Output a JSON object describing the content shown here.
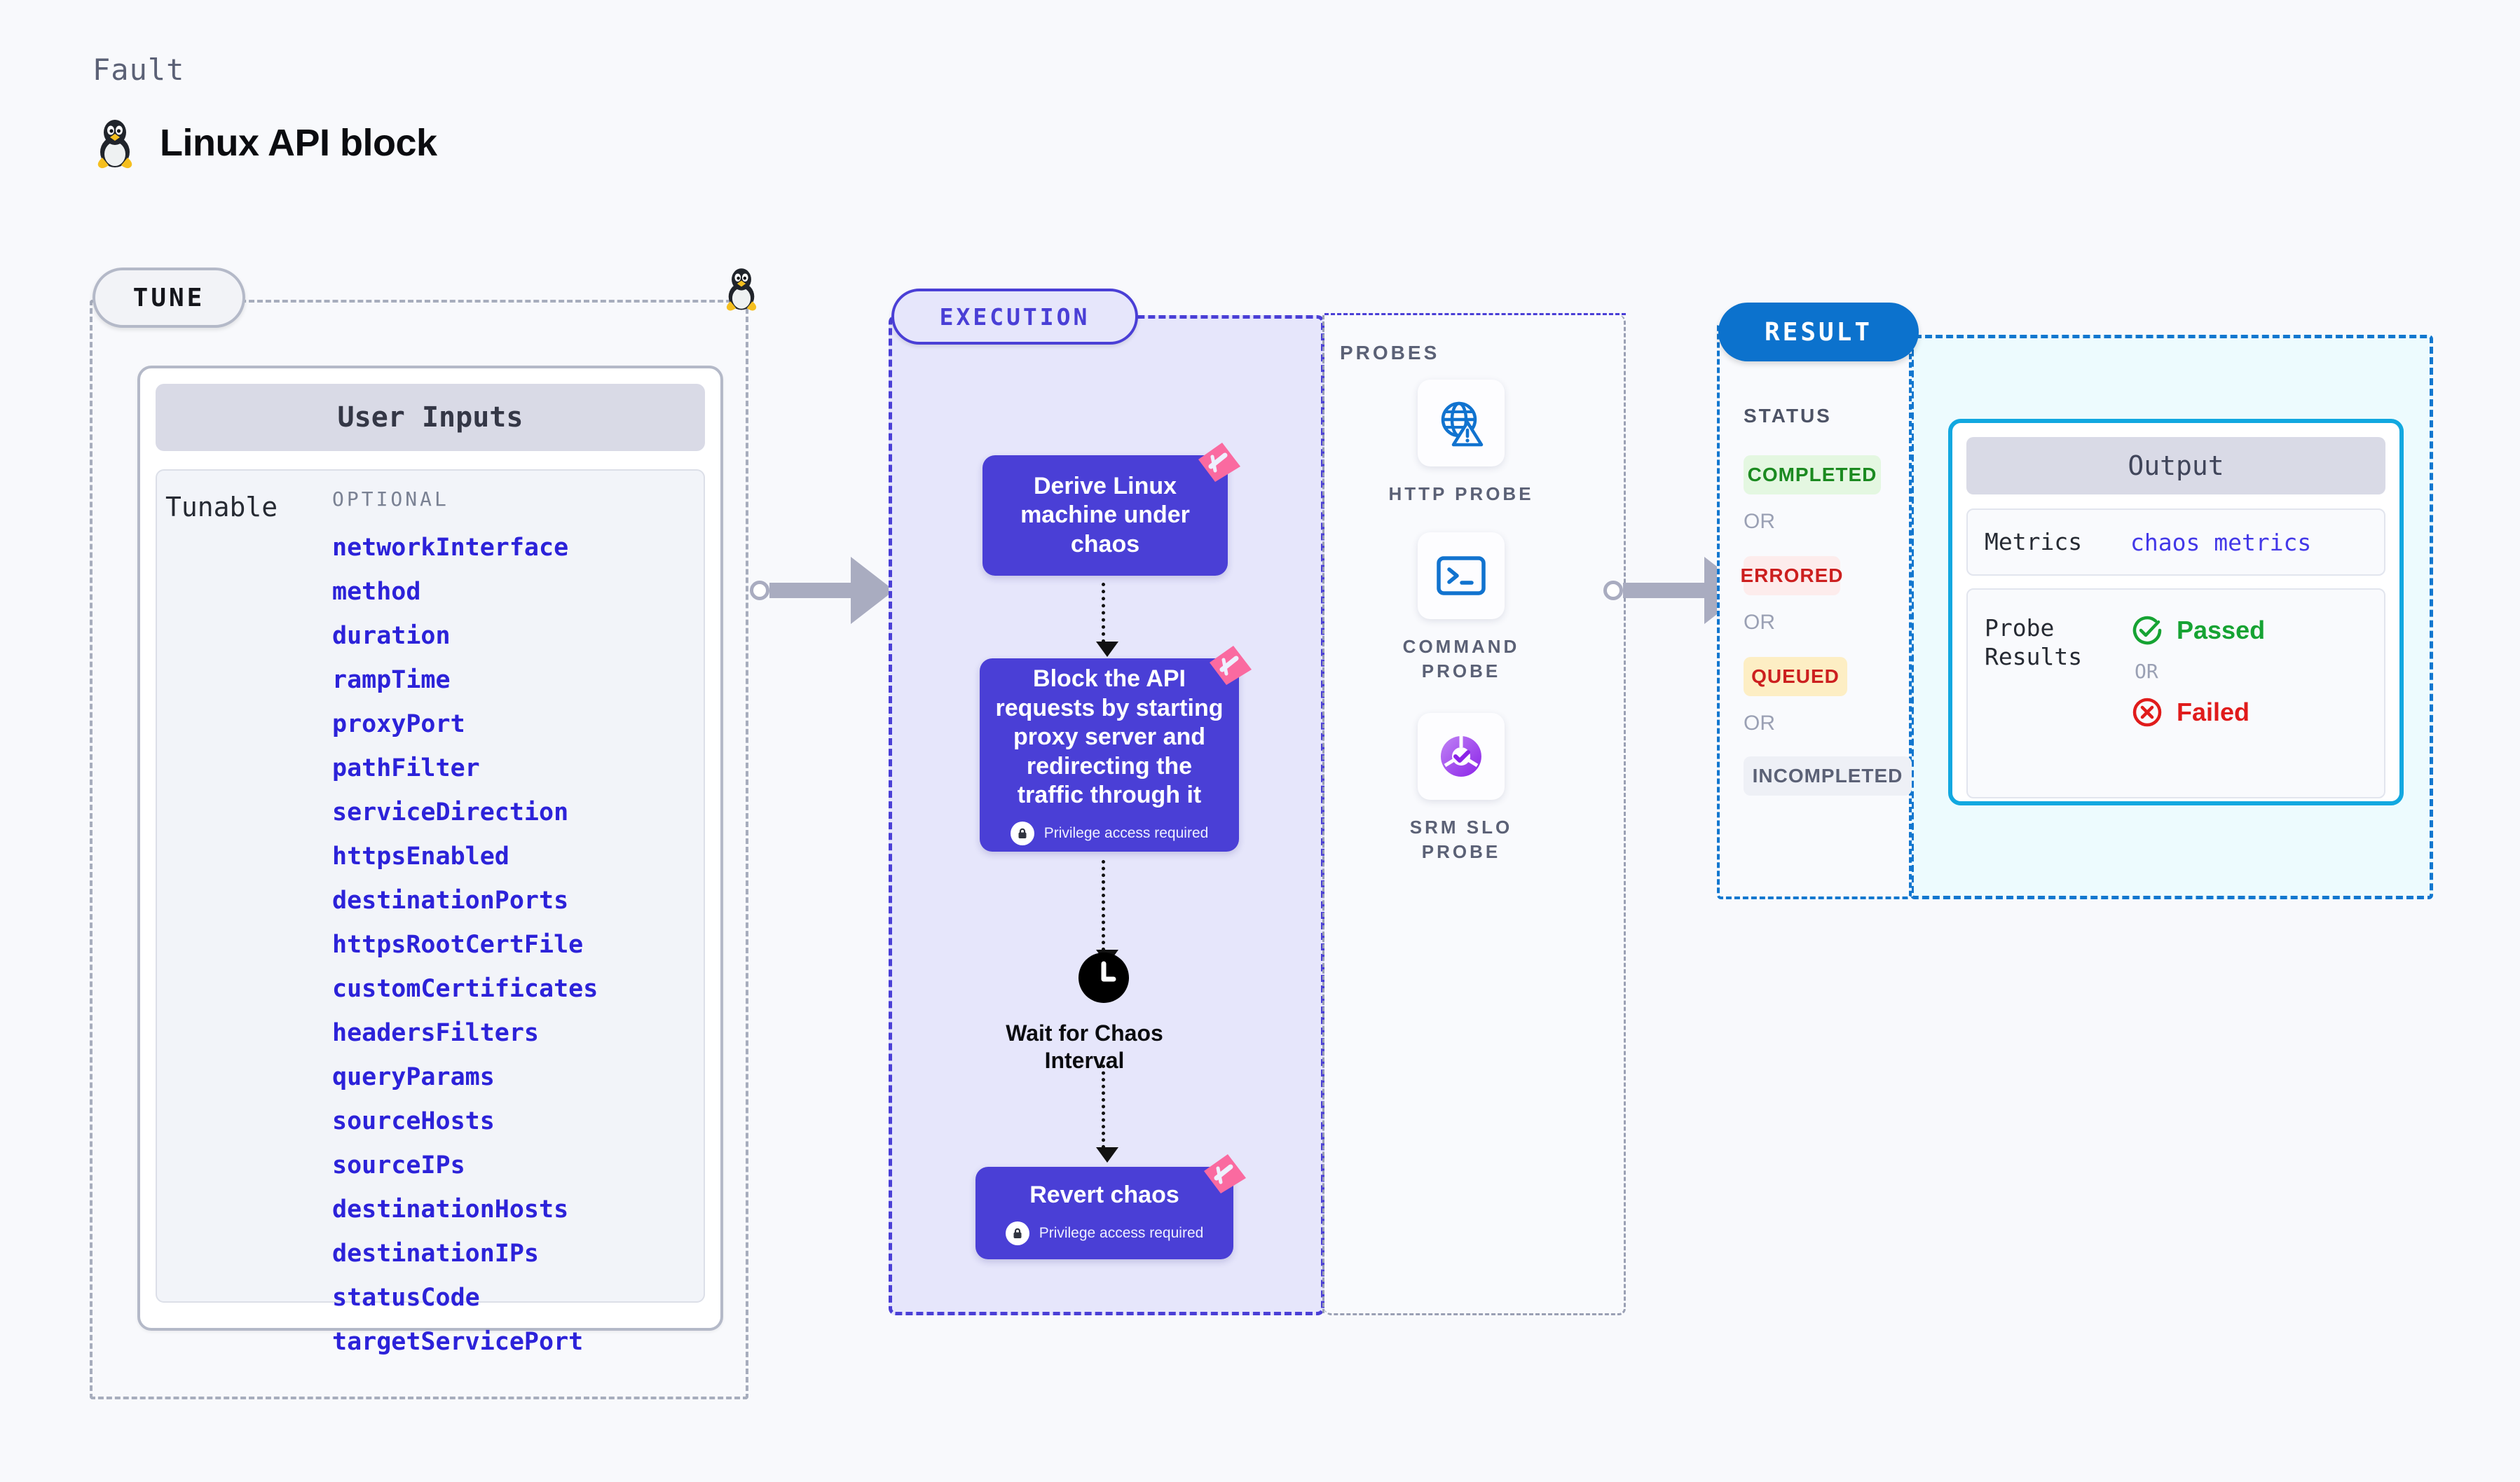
{
  "header": {
    "eyebrow": "Fault",
    "title": "Linux API block",
    "icon": "linux-penguin-icon"
  },
  "tune": {
    "pill_label": "TUNE",
    "icon": "linux-penguin-icon",
    "card": {
      "header": "User Inputs",
      "row_label": "Tunable",
      "group_label": "OPTIONAL",
      "inputs": [
        "networkInterface",
        "method",
        "duration",
        "rampTime",
        "proxyPort",
        "pathFilter",
        "serviceDirection",
        "httpsEnabled",
        "destinationPorts",
        "httpsRootCertFile",
        "customCertificates",
        "headersFilters",
        "queryParams",
        "sourceHosts",
        "sourceIPs",
        "destinationHosts",
        "destinationIPs",
        "statusCode",
        "targetServicePort"
      ]
    }
  },
  "execution": {
    "pill_label": "EXECUTION",
    "nodes": [
      {
        "title": "Derive Linux machine under chaos",
        "privilege": null,
        "flag": true
      },
      {
        "title": "Block the API requests by starting proxy server and redirecting the traffic through it",
        "privilege": "Privilege access required",
        "flag": true
      },
      {
        "title": "Wait for Chaos Interval",
        "privilege": null,
        "flag": false,
        "icon": "clock-icon"
      },
      {
        "title": "Revert chaos",
        "privilege": "Privilege access required",
        "flag": true
      }
    ]
  },
  "probes": {
    "title": "PROBES",
    "items": [
      {
        "label": "HTTP PROBE",
        "icon": "globe-warning-icon"
      },
      {
        "label": "COMMAND PROBE",
        "icon": "terminal-icon"
      },
      {
        "label": "SRM SLO PROBE",
        "icon": "slo-donut-check-icon"
      }
    ]
  },
  "result": {
    "pill_label": "RESULT",
    "status_title": "STATUS",
    "or_label": "OR",
    "statuses": [
      {
        "label": "COMPLETED",
        "bg": "#e4f7e1",
        "fg": "#1b8a20"
      },
      {
        "label": "ERRORED",
        "bg": "#fdecec",
        "fg": "#cc1f1f"
      },
      {
        "label": "QUEUED",
        "bg": "#fdeec4",
        "fg": "#cc1f1f"
      },
      {
        "label": "INCOMPLETED",
        "bg": "#eef0f6",
        "fg": "#5b6176"
      }
    ],
    "output": {
      "header": "Output",
      "metrics_key": "Metrics",
      "metrics_value": "chaos metrics",
      "probe_results_key": "Probe Results",
      "passed_label": "Passed",
      "or_label": "OR",
      "failed_label": "Failed"
    }
  },
  "colors": {
    "accent_purple": "#4a3fd6",
    "accent_blue": "#0c72cd",
    "accent_cyan": "#12a8e0",
    "flag_pink": "#fa6aa0",
    "input_link": "#2c22d9",
    "page_bg": "#f8f9fc"
  }
}
